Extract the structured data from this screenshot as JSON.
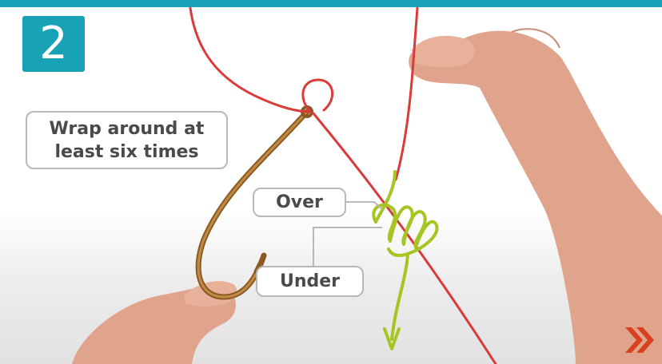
{
  "step": {
    "number": "2"
  },
  "callouts": {
    "wrap_line1": "Wrap around at",
    "wrap_line2": "least six times",
    "over": "Over",
    "under": "Under"
  },
  "icons": {
    "next": "double-chevron-right-icon"
  },
  "colors": {
    "accent": "#1aa2b8",
    "line": "#d93a3a",
    "wrap_path": "#a5c520",
    "hook": "#9a6a2a",
    "next_arrow": "#d8401f"
  }
}
